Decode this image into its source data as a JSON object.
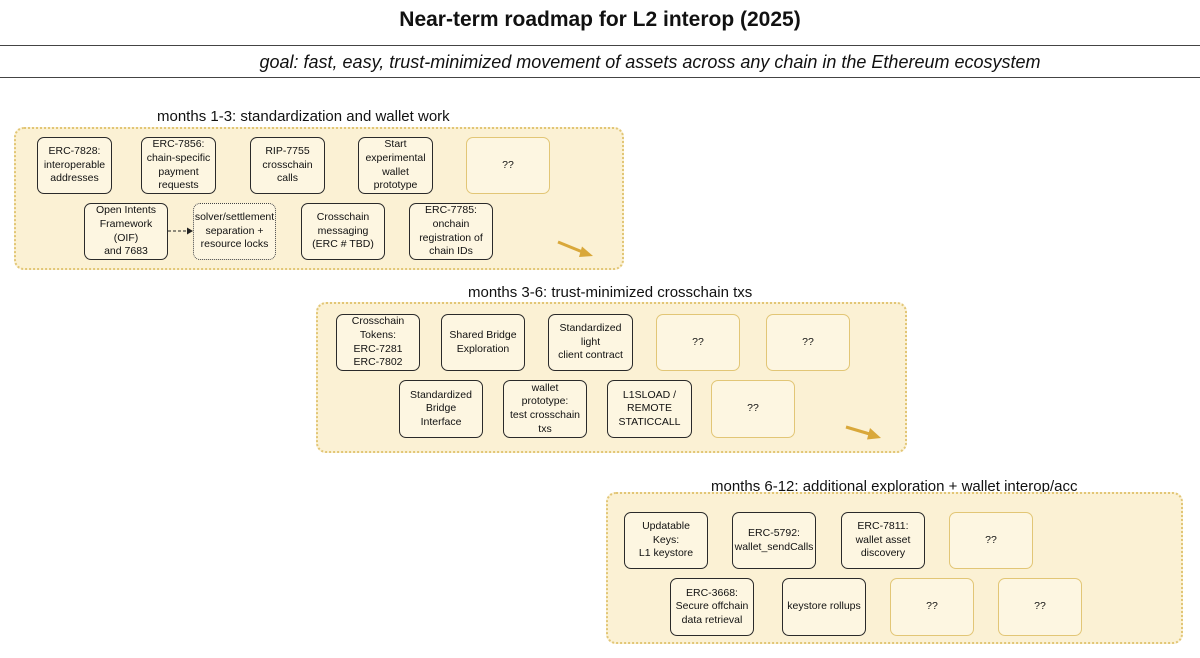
{
  "title": "Near-term roadmap for L2 interop (2025)",
  "goal": "goal: fast, easy, trust-minimized movement of assets across any chain in the Ethereum ecosystem",
  "phases": [
    {
      "label": "months 1-3: standardization and wallet work",
      "row1": [
        "ERC-7828:\ninteroperable\naddresses",
        "ERC-7856:\nchain-specific\npayment\nrequests",
        "RIP-7755\ncrosschain\ncalls",
        "Start\nexperimental\nwallet prototype",
        "??"
      ],
      "row2": [
        "Open Intents\nFramework (OIF)\nand 7683",
        "solver/settlement\nseparation +\nresource locks",
        "Crosschain\nmessaging\n(ERC # TBD)",
        "ERC-7785:\nonchain\nregistration of\nchain IDs"
      ]
    },
    {
      "label": "months 3-6: trust-minimized crosschain txs",
      "row1": [
        "Crosschain\nTokens:\nERC-7281\nERC-7802",
        "Shared Bridge\nExploration",
        "Standardized light\nclient contract",
        "??",
        "??"
      ],
      "row2": [
        "Standardized\nBridge Interface",
        "wallet prototype:\ntest crosschain\ntxs",
        "L1SLOAD /\nREMOTE\nSTATICCALL",
        "??"
      ]
    },
    {
      "label": "months 6-12: additional exploration + wallet interop/acc",
      "row1": [
        "Updatable Keys:\nL1 keystore",
        "ERC-5792:\nwallet_sendCalls",
        "ERC-7811:\nwallet asset\ndiscovery",
        "??"
      ],
      "row2": [
        "ERC-3668:\nSecure offchain\ndata retrieval",
        "keystore rollups",
        "??",
        "??"
      ]
    }
  ],
  "colors": {
    "phase_fill": "#fbf1d4",
    "phase_border": "#e2c676",
    "arrow": "#d9a83a"
  }
}
